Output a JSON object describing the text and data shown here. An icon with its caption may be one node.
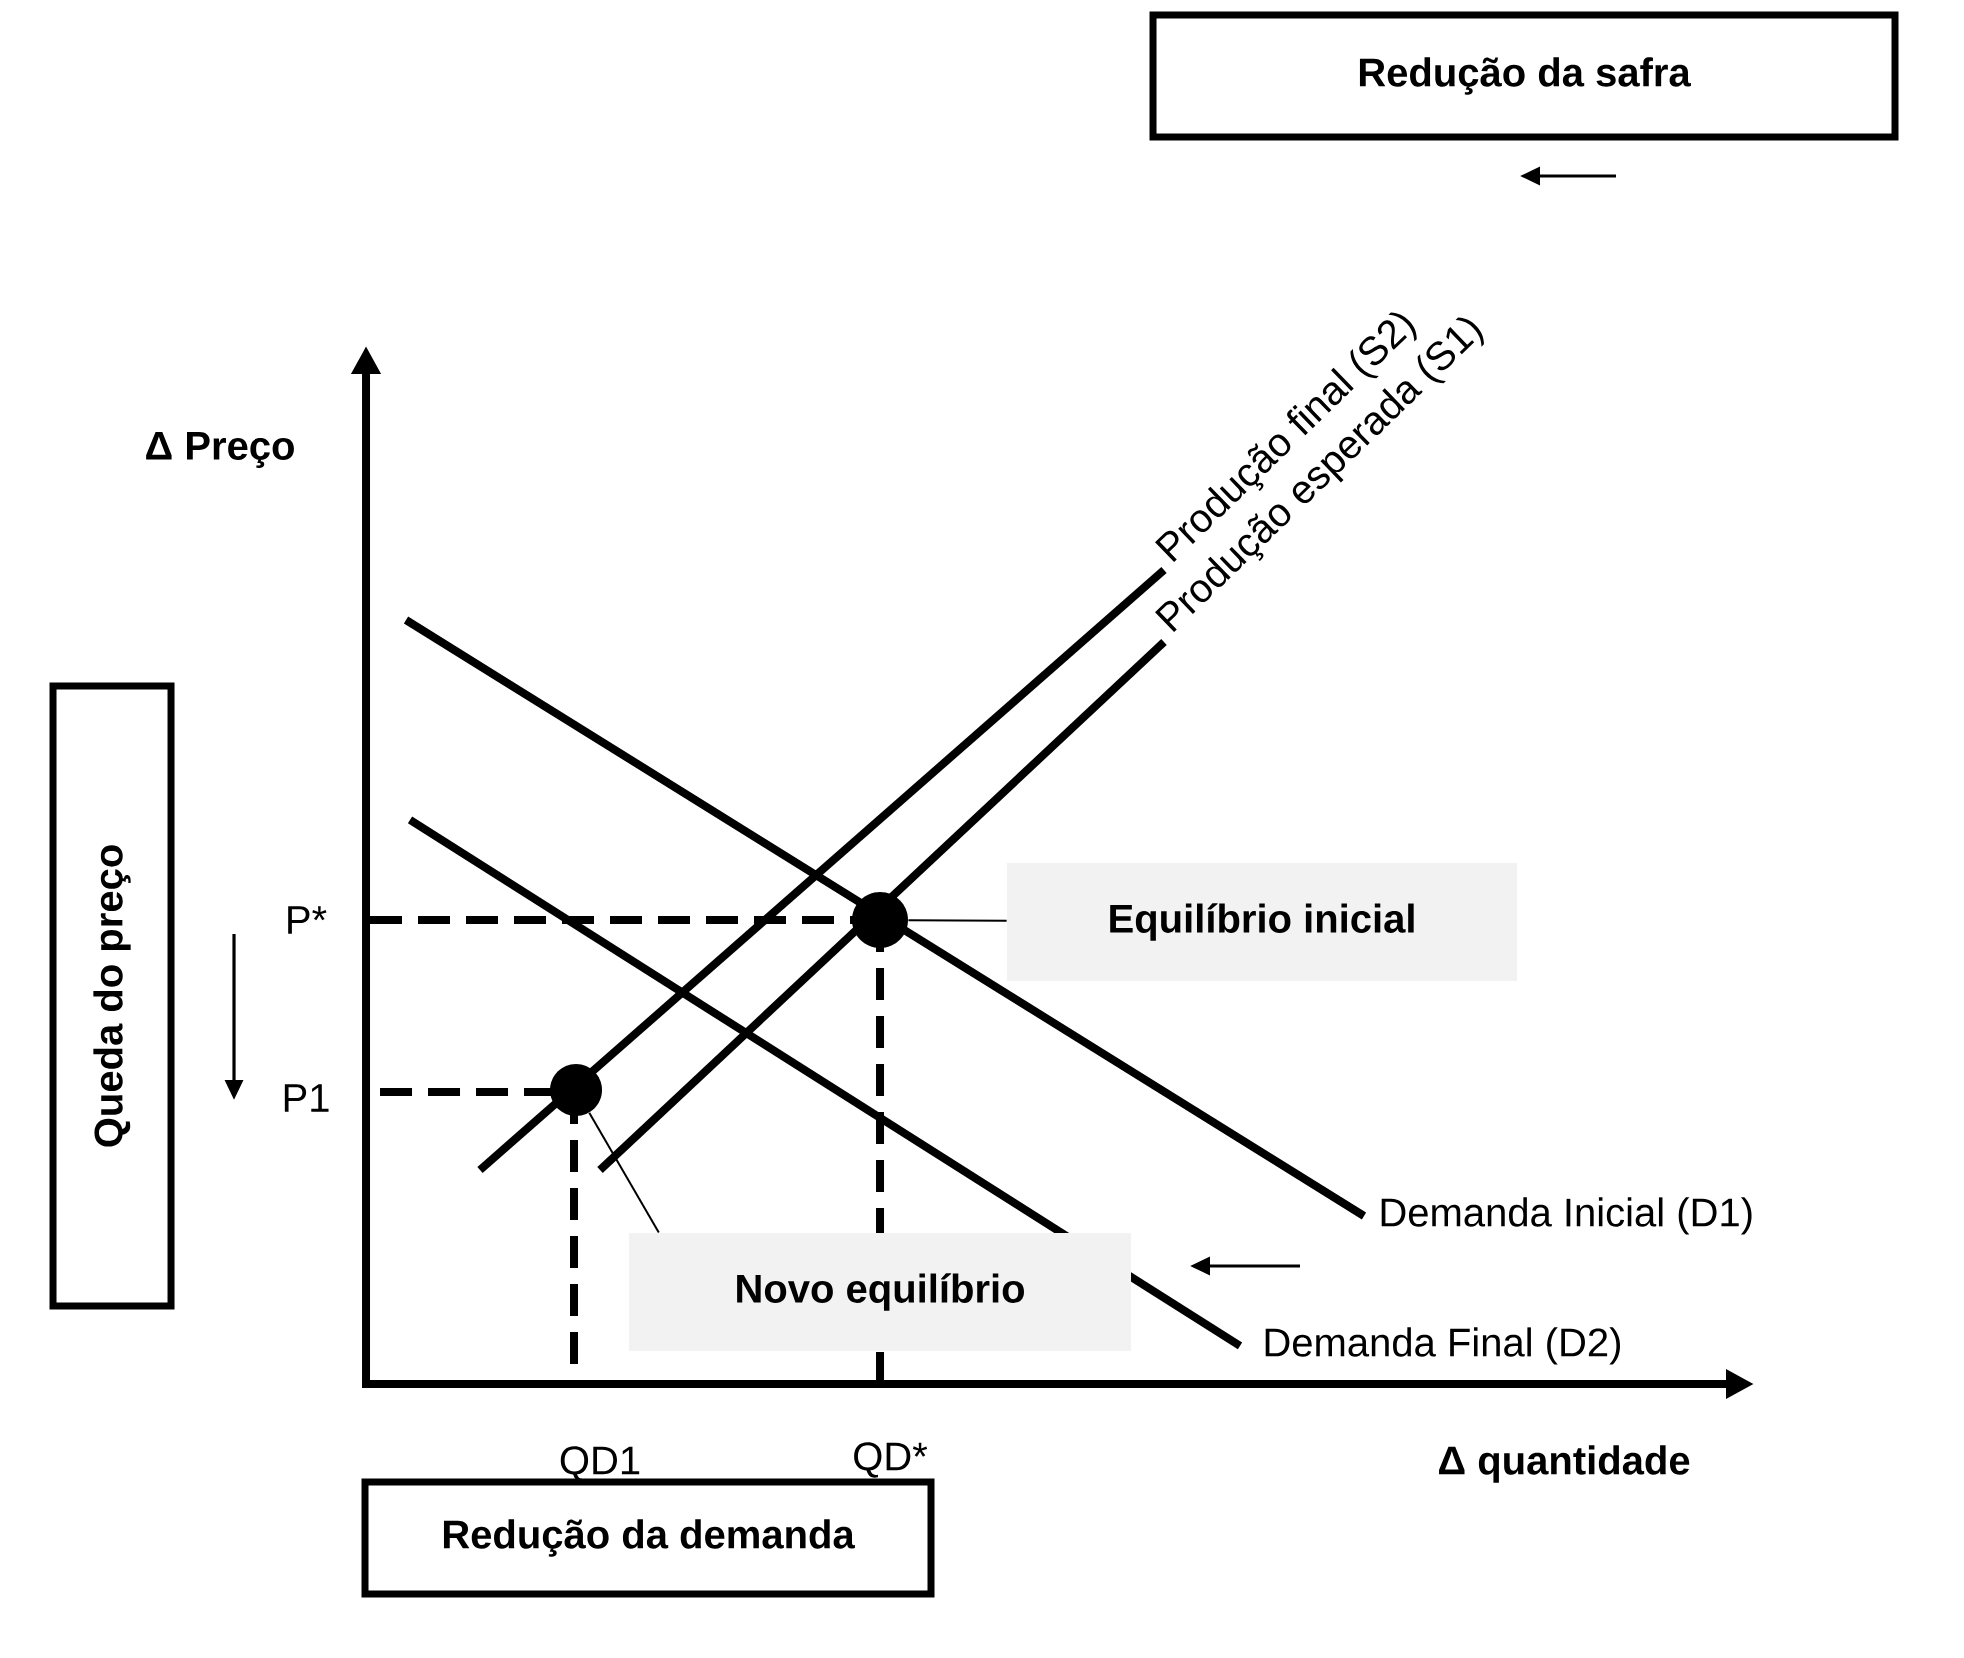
{
  "diagram": {
    "nodes": [
      {
        "text": [
          "Redução da safra"
        ]
      },
      {
        "text": [
          "Queda do preço"
        ]
      },
      {
        "text": [
          "Redução da demanda"
        ]
      },
      {
        "text": [
          "Equilíbrio inicial"
        ]
      },
      {
        "text": [
          "Novo equilíbrio"
        ]
      },
      {
        "text": [],
        "shape": "circle"
      },
      {
        "text": [],
        "shape": "circle"
      }
    ],
    "edges": [
      {
        "from": 3,
        "to": 5,
        "arrow": "none"
      },
      {
        "from": 4,
        "to": 6,
        "arrow": "none"
      }
    ],
    "labels": [
      "Produção final (S2)",
      "Produção esperada (S1)",
      "Δ Preço",
      "P*",
      "P1",
      "Demanda Inicial (D1)",
      "Demanda Final (D2)",
      "QD1",
      "QD*",
      "Δ quantidade"
    ]
  }
}
